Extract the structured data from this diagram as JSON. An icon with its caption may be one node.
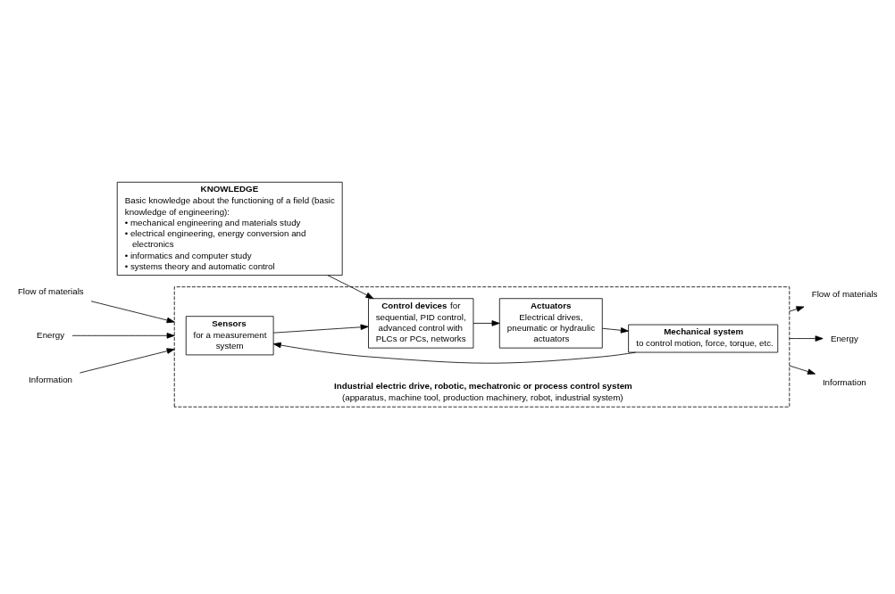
{
  "diagram": {
    "nodes": [
      {
        "text": [
          "KNOWLEDGE",
          "Basic knowledge about the functioning of a field (basic knowledge of engineering):",
          "• mechanical engineering and materials study",
          "• electrical engineering, energy conversion and electronics",
          "• informatics and computer study",
          "• systems theory and automatic control"
        ]
      },
      {
        "text": [
          "Industrial electric drive, robotic, mechatronic or process control system",
          "(apparatus, machine tool, production machinery, robot, industrial system)"
        ]
      },
      {
        "text": [
          "Sensors",
          "for a measurement system"
        ],
        "in": 1
      },
      {
        "text": [
          "**Control devices** for sequential, PID control, advanced control with PLCs or PCs, networks"
        ],
        "in": 1
      },
      {
        "text": [
          "Actuators",
          "Electrical drives, pneumatic or hydraulic actuators"
        ],
        "in": 1
      },
      {
        "text": [
          "Mechanical system",
          "to control motion, force, torque, etc."
        ],
        "in": 1
      },
      {
        "text": [
          "Flow of materials"
        ]
      },
      {
        "text": [
          "Energy"
        ]
      },
      {
        "text": [
          "Information"
        ]
      },
      {
        "text": [
          "Flow of materials"
        ]
      },
      {
        "text": [
          "Energy"
        ]
      },
      {
        "text": [
          "Information"
        ]
      }
    ],
    "edges": [
      {
        "from": 0,
        "to": 3,
        "arrow": "to"
      },
      {
        "from": 2,
        "to": 3,
        "arrow": "to"
      },
      {
        "from": 3,
        "to": 4,
        "arrow": "to"
      },
      {
        "from": 4,
        "to": 5,
        "arrow": "to"
      },
      {
        "from": 5,
        "to": 2,
        "arrow": "to"
      },
      {
        "from": 6,
        "to": 1,
        "arrow": "to"
      },
      {
        "from": 7,
        "to": 1,
        "arrow": "to"
      },
      {
        "from": 8,
        "to": 1,
        "arrow": "to"
      },
      {
        "from": 1,
        "to": 9,
        "arrow": "to"
      },
      {
        "from": 1,
        "to": 10,
        "arrow": "to"
      },
      {
        "from": 1,
        "to": 11,
        "arrow": "to"
      }
    ]
  }
}
